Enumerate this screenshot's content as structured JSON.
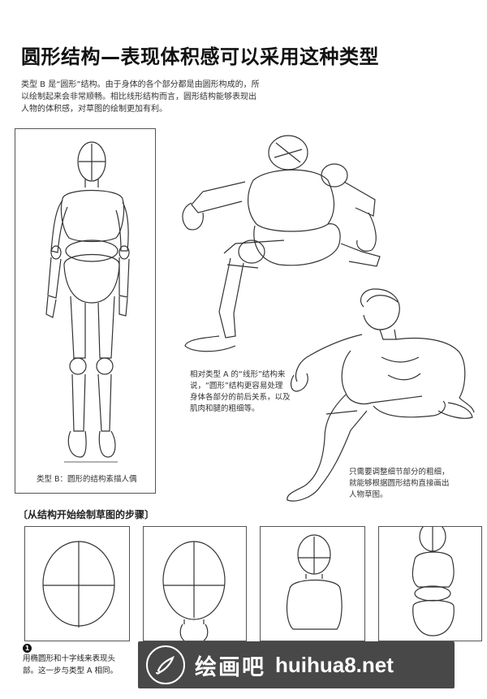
{
  "title": "圆形结构—表现体积感可以采用这种类型",
  "intro": [
    "类型 B 是“圆形”结构。由于身体的各个部分都是由圆形构成的，所",
    "以绘制起来会非常顺畅。相比线形结构而言，圆形结构能够表现出",
    "人物的体积感，对草图的绘制更加有利。"
  ],
  "figure_caption": "类型 B：圆形的结构素描人偶",
  "comparison_caption": [
    "相对类型 A 的“线形”结构来",
    "说，“圆形”结构更容易处理",
    "身体各部分的前后关系，以及",
    "肌肉和腿的粗细等。"
  ],
  "detail_caption": [
    "只需要调整细节部分的粗细，",
    "就能够根据圆形结构直接画出",
    "人物草图。"
  ],
  "steps_title": "〔从结构开始绘制草图的步骤〕",
  "step1": {
    "number": "1",
    "lines": [
      "用椭圆形和十字线来表现头",
      "部。这一步与类型 A 相同。"
    ]
  },
  "watermark": {
    "brand_cn": "绘画吧",
    "url": "huihua8.net",
    "logo_icon": "brush-logo-icon"
  },
  "colors": {
    "ink": "#222222",
    "frame": "#555555",
    "watermark_bg": "#1a1a1a"
  }
}
